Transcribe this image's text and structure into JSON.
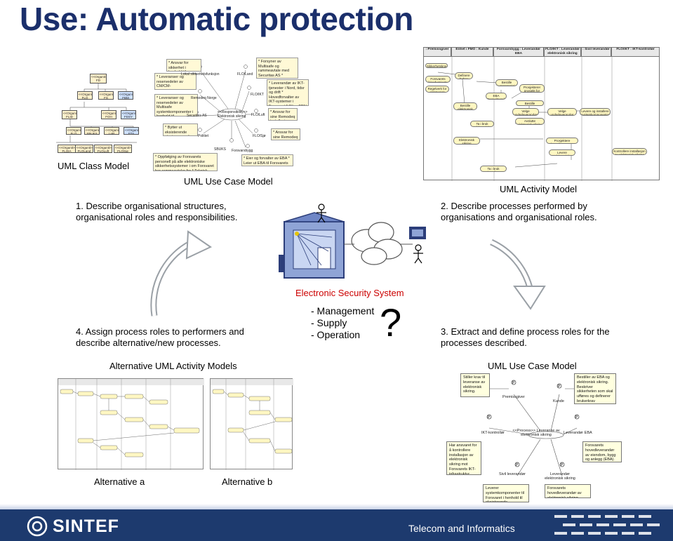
{
  "title": "Use: Automatic protection",
  "labels": {
    "uml_class_model": "UML Class Model",
    "uml_use_case_model_top": "UML Use Case Model",
    "uml_activity_model": "UML Activity Model",
    "step1": "1. Describe organisational structures, organisational roles and responsibilities.",
    "step2": "2. Describe processes performed by organisations and organisational roles.",
    "step3": "3. Extract and define process roles for the processes described.",
    "step4": "4. Assign process roles to performers and describe alternative/new processes.",
    "ess_title": "Electronic Security System",
    "ess_items": [
      "- Management",
      "- Supply",
      "- Operation"
    ],
    "question_mark": "?",
    "alt_uml_activity_models": "Alternative UML Activity Models",
    "uml_use_case_model_bottom": "UML Use Case Model",
    "alternative_a": "Alternative a",
    "alternative_b": "Alternative b"
  },
  "footer": {
    "brand": "SINTEF",
    "unit": "Telecom and Informatics"
  },
  "use_case_top": {
    "notes": [
      "* Ansvar for sikkerhet i henhold til Sikkerhetsloven",
      "* Leveranser og reservedeler av CM/CM-systemkomponenter i henhold til rammeavtale",
      "* Leveranser og reservedeler av Multisafe systemkomponenter i henhold til rammeavtale",
      "* Bytter ut eksisterende stasjoner med Forsvaret",
      "* Forsyner av Multisafe og rammeavtale med Securitas AS * Fagmyndighet i elektronisk sikring (drevet i FLO) * Forvalter av rammeavtaler",
      "* Leverandør av IKT-tjenester i Nord, tidsr og drift * Hovedforvalter av IKT-systemer i Forsvaret * Sikre FDN og drifte DNOBS-systemet * Rammeavtale med Remodeq",
      "* Ansvar for sine Remodeq installasjoner",
      "* Ansvar for sine Remodeq installasjoner",
      "* Oppfølging av Forsvarets personell på alle elektroniske sikkerhetssystemer i om Forsvaret har rammeavtaler for * Teknisk, kontroll, tilgjenglige- og vedlikeholdsoppgaver",
      "* Eier og forvalter av EBA * Leier ut EBA til Forsvarets kunder * Fagmyndighet i elektronisk sikring"
    ],
    "actors": [
      "Lokal sikkerhetsfunksjon",
      "FLO/Land",
      "Remodeq Norge",
      "FLO/IKT",
      "Securitas AS",
      "<<Responsibility>> Elektronisk sikring",
      "FLO/Luft",
      "Politiet",
      "FLO/Sjø",
      "SBUKS",
      "Forsvarsbygg"
    ]
  },
  "class_model": {
    "classes": [
      "<<Orgunit>> FD",
      "<<Orgunit>> FLO",
      "<<Orgunit>> FS",
      "<<Orgunit>> FBM",
      "<<Orgunit>> FLID",
      "<<Orgunit>> FOH",
      "<<Orgunit>> FDSY",
      "<<Orgunit>> FLO",
      "<<Orgunit>> SBUKS",
      "<<Orgunit>> Lakt",
      "<<Orgunit>> FTA",
      "<<Orgunit>> FLOIA",
      "<<Orgunit>> FLOLand",
      "<<Orgunit>> FLOLuft",
      "<<Orgunit>> FLOSjø"
    ]
  },
  "activity_top": {
    "lanes": [
      ": Premissgiver",
      "Enhet i FMO : Kunde",
      "Forsvarsbygg : Leverandør EBA",
      "FLO/IKT : Leverandør elektronisk sikring",
      ": Sivil leverandør",
      "FLO/IKT : IKT-kontrollør"
    ],
    "activities": [
      "Sikkerhetskrav",
      "Forsvarets sikkerhetsinstruks",
      "Regelverk for elektronisk sikring",
      "Definere behov",
      "Bestille elektronisk sikring",
      "Bestille byggeprosjekt",
      "EBA Prosjektoppfølging",
      "Prosjekterer prosjekt for EBA",
      "Bestille elektronisk sikring",
      "Velge underleverandør for elektronisk sikring",
      "Velge underleverandør",
      "Levere og installere systemkomponenter",
      "Elektronisk sikring Forskjellsstemodell",
      "Avslutte elektronisk sikring",
      "Prosjektere hovedleveranse EBA",
      "Levere elektronisk sikring",
      "Kontrollere installasjon av elektronisk sikring",
      "Ta i bruk installert elektronisk sikring",
      "Ta i bruk elektronisk sikring"
    ]
  },
  "use_case_bottom": {
    "actors": [
      "Premissgiver",
      "Kunde",
      "IKT-kontrollør",
      "Leverandør EBA",
      "Sivil leverandør",
      "Leverandør elektronisk sikring"
    ],
    "process": "<<Process>> Leveranse av elektronisk sikring",
    "notes": [
      "Stiller krav til leveranse av elektronisk sikring.",
      "Bestiller av EBA og elektronisk sikring. Beskriver sikkerheten som skal ufføres og definerer brukerkrav",
      "Har ansvaret for å kontrollere installasjon av elektronisk sikring mot Forsvarets IKT-infrastruktur.",
      "Forsvarets hovedleverandør av eiendom, bygg og anlegg (EBA).",
      "Leverer systemkomponenter til Forsvaret i henhold til eksisterende rammeavtaler.",
      "Forsvarets hovedleverandør av elektronisk sikring."
    ]
  },
  "colors": {
    "title": "#1b2f6b",
    "ess_title": "#cc0000",
    "footer_bg": "#1d3a6e",
    "cycle_arrow": "#9aa0a6"
  }
}
